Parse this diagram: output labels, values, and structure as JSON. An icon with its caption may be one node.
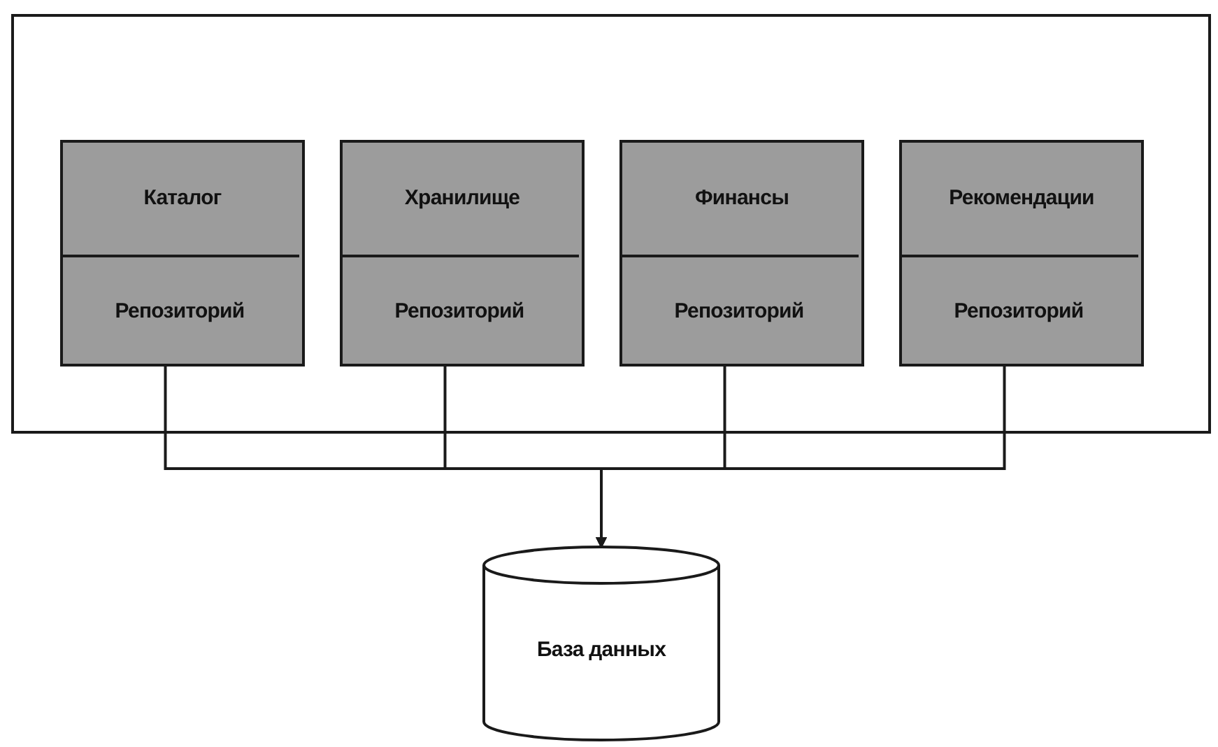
{
  "diagram": {
    "nodes": [
      {
        "text": [],
        "shape": "box"
      },
      {
        "text": [
          "Каталог"
        ],
        "in": 0
      },
      {
        "text": [
          "Репозиторий"
        ],
        "in": 1
      },
      {
        "text": [
          "Хранилище"
        ],
        "in": 0
      },
      {
        "text": [
          "Репозиторий"
        ],
        "in": 3
      },
      {
        "text": [
          "Финансы"
        ],
        "in": 0
      },
      {
        "text": [
          "Репозиторий"
        ],
        "in": 5
      },
      {
        "text": [
          "Рекомендации"
        ],
        "in": 0
      },
      {
        "text": [
          "Репозиторий"
        ],
        "in": 7
      },
      {
        "text": [
          "База данных"
        ]
      }
    ],
    "edges": [
      {
        "from": 2,
        "to": 9,
        "arrow": "to"
      },
      {
        "from": 4,
        "to": 9,
        "arrow": "to"
      },
      {
        "from": 6,
        "to": 9,
        "arrow": "to"
      },
      {
        "from": 8,
        "to": 9,
        "arrow": "to"
      }
    ]
  }
}
